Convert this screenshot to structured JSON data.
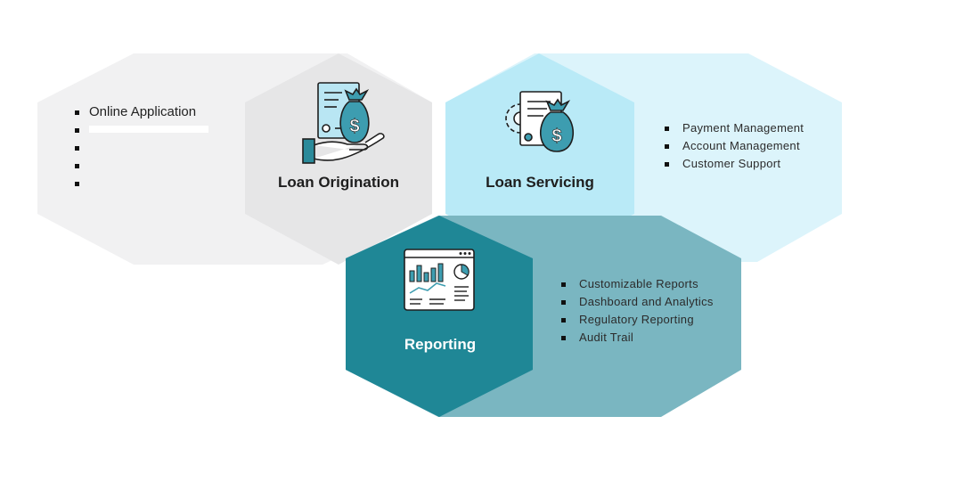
{
  "loan_origination": {
    "title": "Loan Origination",
    "items": [
      "Online Application",
      "",
      "",
      "",
      ""
    ],
    "colors": {
      "left_hex": "#f1f1f2",
      "right_hex": "#e6e6e7"
    },
    "icon": "hand-document-money-bag-icon"
  },
  "loan_servicing": {
    "title": "Loan Servicing",
    "items": [
      "Payment Management",
      "Account Management",
      "Customer Support"
    ],
    "colors": {
      "left_hex": "#b9eaf7",
      "right_hex": "#dcf4fb"
    },
    "icon": "gear-document-money-bag-icon"
  },
  "reporting": {
    "title": "Reporting",
    "items": [
      "Customizable Reports",
      "Dashboard and Analytics",
      "Regulatory Reporting",
      "Audit Trail"
    ],
    "colors": {
      "left_hex": "#1f8796",
      "right_hex": "#7ab6c1"
    },
    "icon": "dashboard-report-icon"
  }
}
